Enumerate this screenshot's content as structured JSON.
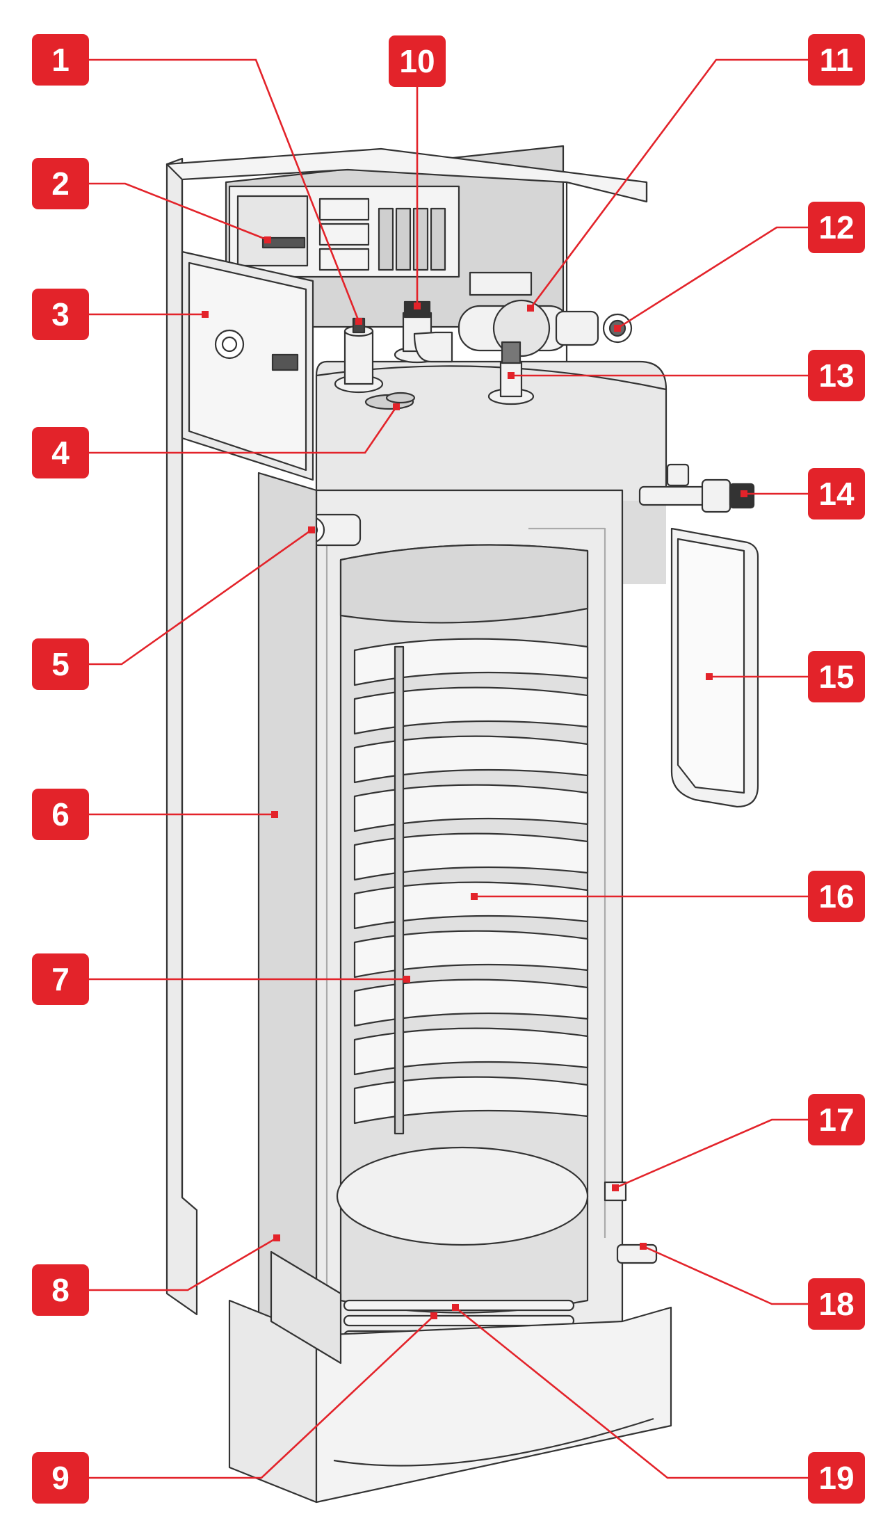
{
  "theme": {
    "accent": "#e3232a",
    "line": "#333333",
    "fill_light": "#ebebeb",
    "fill_mid": "#d4d4d4",
    "fill_dark": "#bdbdbd"
  },
  "callouts": [
    {
      "id": "c1",
      "label": "1"
    },
    {
      "id": "c2",
      "label": "2"
    },
    {
      "id": "c3",
      "label": "3"
    },
    {
      "id": "c4",
      "label": "4"
    },
    {
      "id": "c5",
      "label": "5"
    },
    {
      "id": "c6",
      "label": "6"
    },
    {
      "id": "c7",
      "label": "7"
    },
    {
      "id": "c8",
      "label": "8"
    },
    {
      "id": "c9",
      "label": "9"
    },
    {
      "id": "c10",
      "label": "10"
    },
    {
      "id": "c11",
      "label": "11"
    },
    {
      "id": "c12",
      "label": "12"
    },
    {
      "id": "c13",
      "label": "13"
    },
    {
      "id": "c14",
      "label": "14"
    },
    {
      "id": "c15",
      "label": "15"
    },
    {
      "id": "c16",
      "label": "16"
    },
    {
      "id": "c17",
      "label": "17"
    },
    {
      "id": "c18",
      "label": "18"
    },
    {
      "id": "c19",
      "label": "19"
    }
  ]
}
